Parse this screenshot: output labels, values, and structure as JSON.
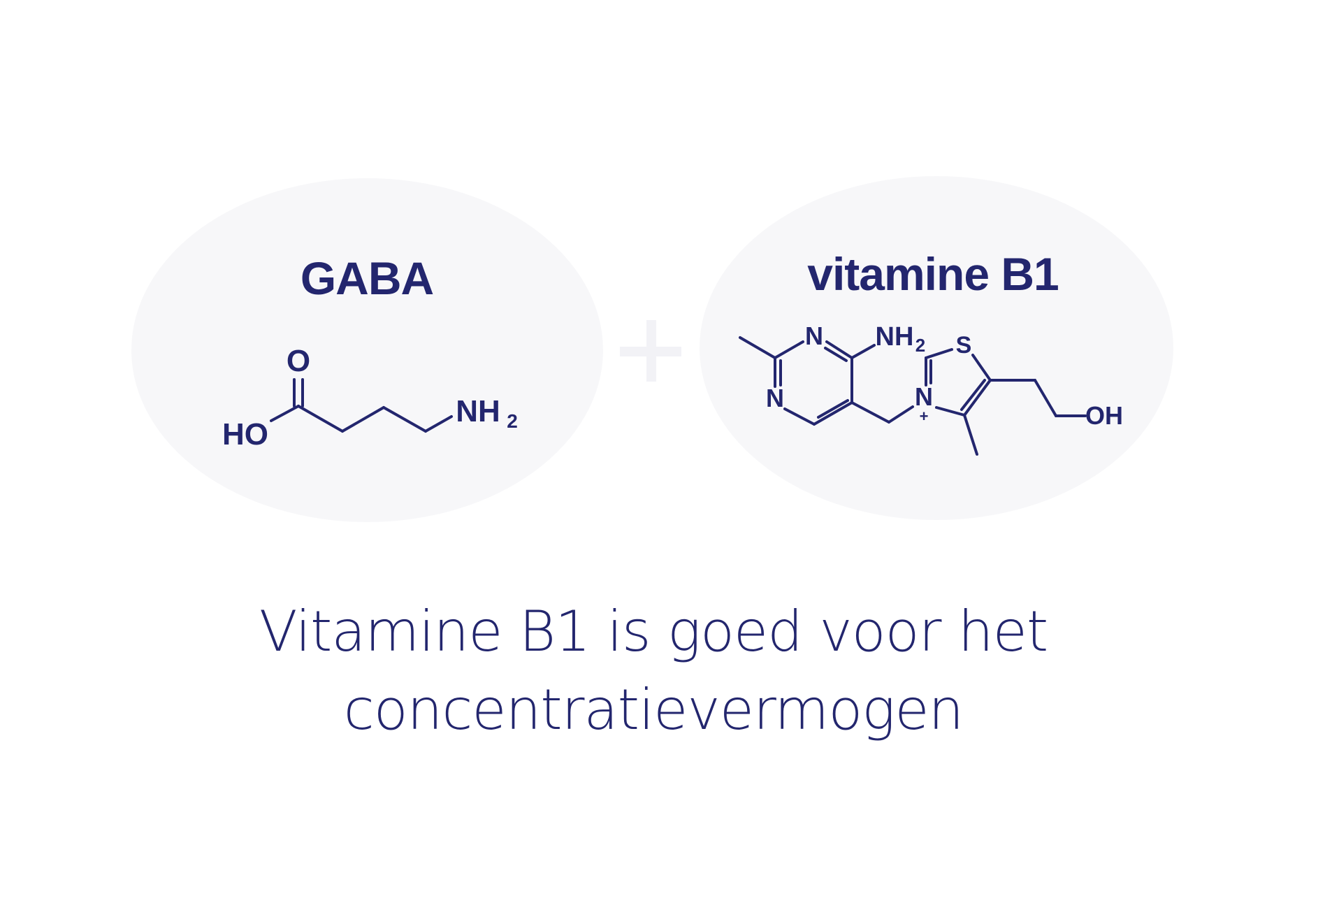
{
  "molecules": {
    "gaba": {
      "title": "GABA",
      "labels": {
        "o": "O",
        "ho": "HO",
        "nh": "NH",
        "nh_sub": "2"
      }
    },
    "vitamine_b1": {
      "title": "vitamine B1",
      "labels": {
        "n1": "N",
        "n2": "N",
        "nh": "NH",
        "nh_sub": "2",
        "s": "S",
        "n_plus": "N",
        "plus": "+",
        "oh": "OH"
      }
    }
  },
  "caption": {
    "line1": "Vitamine B1 is goed voor het",
    "line2": "concentratievermogen"
  },
  "colors": {
    "ink": "#23266e",
    "blob": "#f7f7f9",
    "plus": "#f2f2f6",
    "background": "#ffffff"
  }
}
